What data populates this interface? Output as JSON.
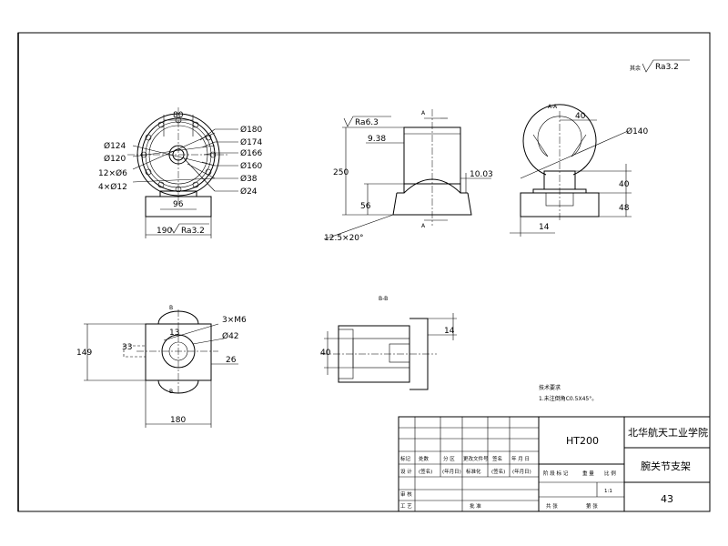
{
  "drawing": {
    "global_roughness_prefix": "其余",
    "global_roughness_value": "Ra3.2",
    "front_view": {
      "dims": {
        "top_width": "80",
        "bottom_width": "96",
        "base_width": "190",
        "base_roughness": "Ra3.2",
        "left_diameters": [
          "Ø124",
          "Ø120",
          "12×Ø6",
          "4×Ø12"
        ],
        "right_diameters": [
          "Ø180",
          "Ø174",
          "Ø166",
          "Ø160",
          "Ø38",
          "Ø24"
        ]
      }
    },
    "side_view": {
      "section_label": "A",
      "dims": {
        "roughness": "Ra6.3",
        "top_offset": "9.38",
        "height": "250",
        "bottom_height": "56",
        "chamfer": "12.5×20°",
        "right_offset": "10.03"
      }
    },
    "section_aa": {
      "title": "A-A",
      "dims": {
        "top_width": "40",
        "sphere_dia": "Ø140",
        "height_1": "40",
        "height_2": "48",
        "bottom_width": "14"
      }
    },
    "top_view": {
      "section_label": "B",
      "dims": {
        "thread": "3×M6",
        "inner": "13",
        "hole_dia": "Ø42",
        "pcd": "33",
        "height": "149",
        "offset": "26",
        "width": "180"
      }
    },
    "section_bb": {
      "title": "B-B",
      "dims": {
        "height": "40",
        "right_width": "14"
      }
    },
    "tech_notes": {
      "title": "技术要求",
      "line1": "1.未注倒角C0.5X45°。"
    }
  },
  "title_block": {
    "material": "HT200",
    "school": "北华航天工业学院",
    "part_name": "腕关节支架",
    "drawing_no": "43",
    "scale": "1:1",
    "row_labels_1": [
      "标记",
      "处数",
      "分 区",
      "更改文件号",
      "签名",
      "年 月 日"
    ],
    "row_labels_2": [
      "设 计",
      "(签名)",
      "(年月日)",
      "标准化",
      "(签名)",
      "(年月日)"
    ],
    "row_labels_3": [
      "审 核"
    ],
    "row_labels_4": [
      "工 艺",
      "批 准"
    ],
    "stage_labels": [
      "阶 段 标 记",
      "重 量",
      "比 例"
    ],
    "sheet_labels": [
      "共 张",
      "第 张"
    ]
  }
}
